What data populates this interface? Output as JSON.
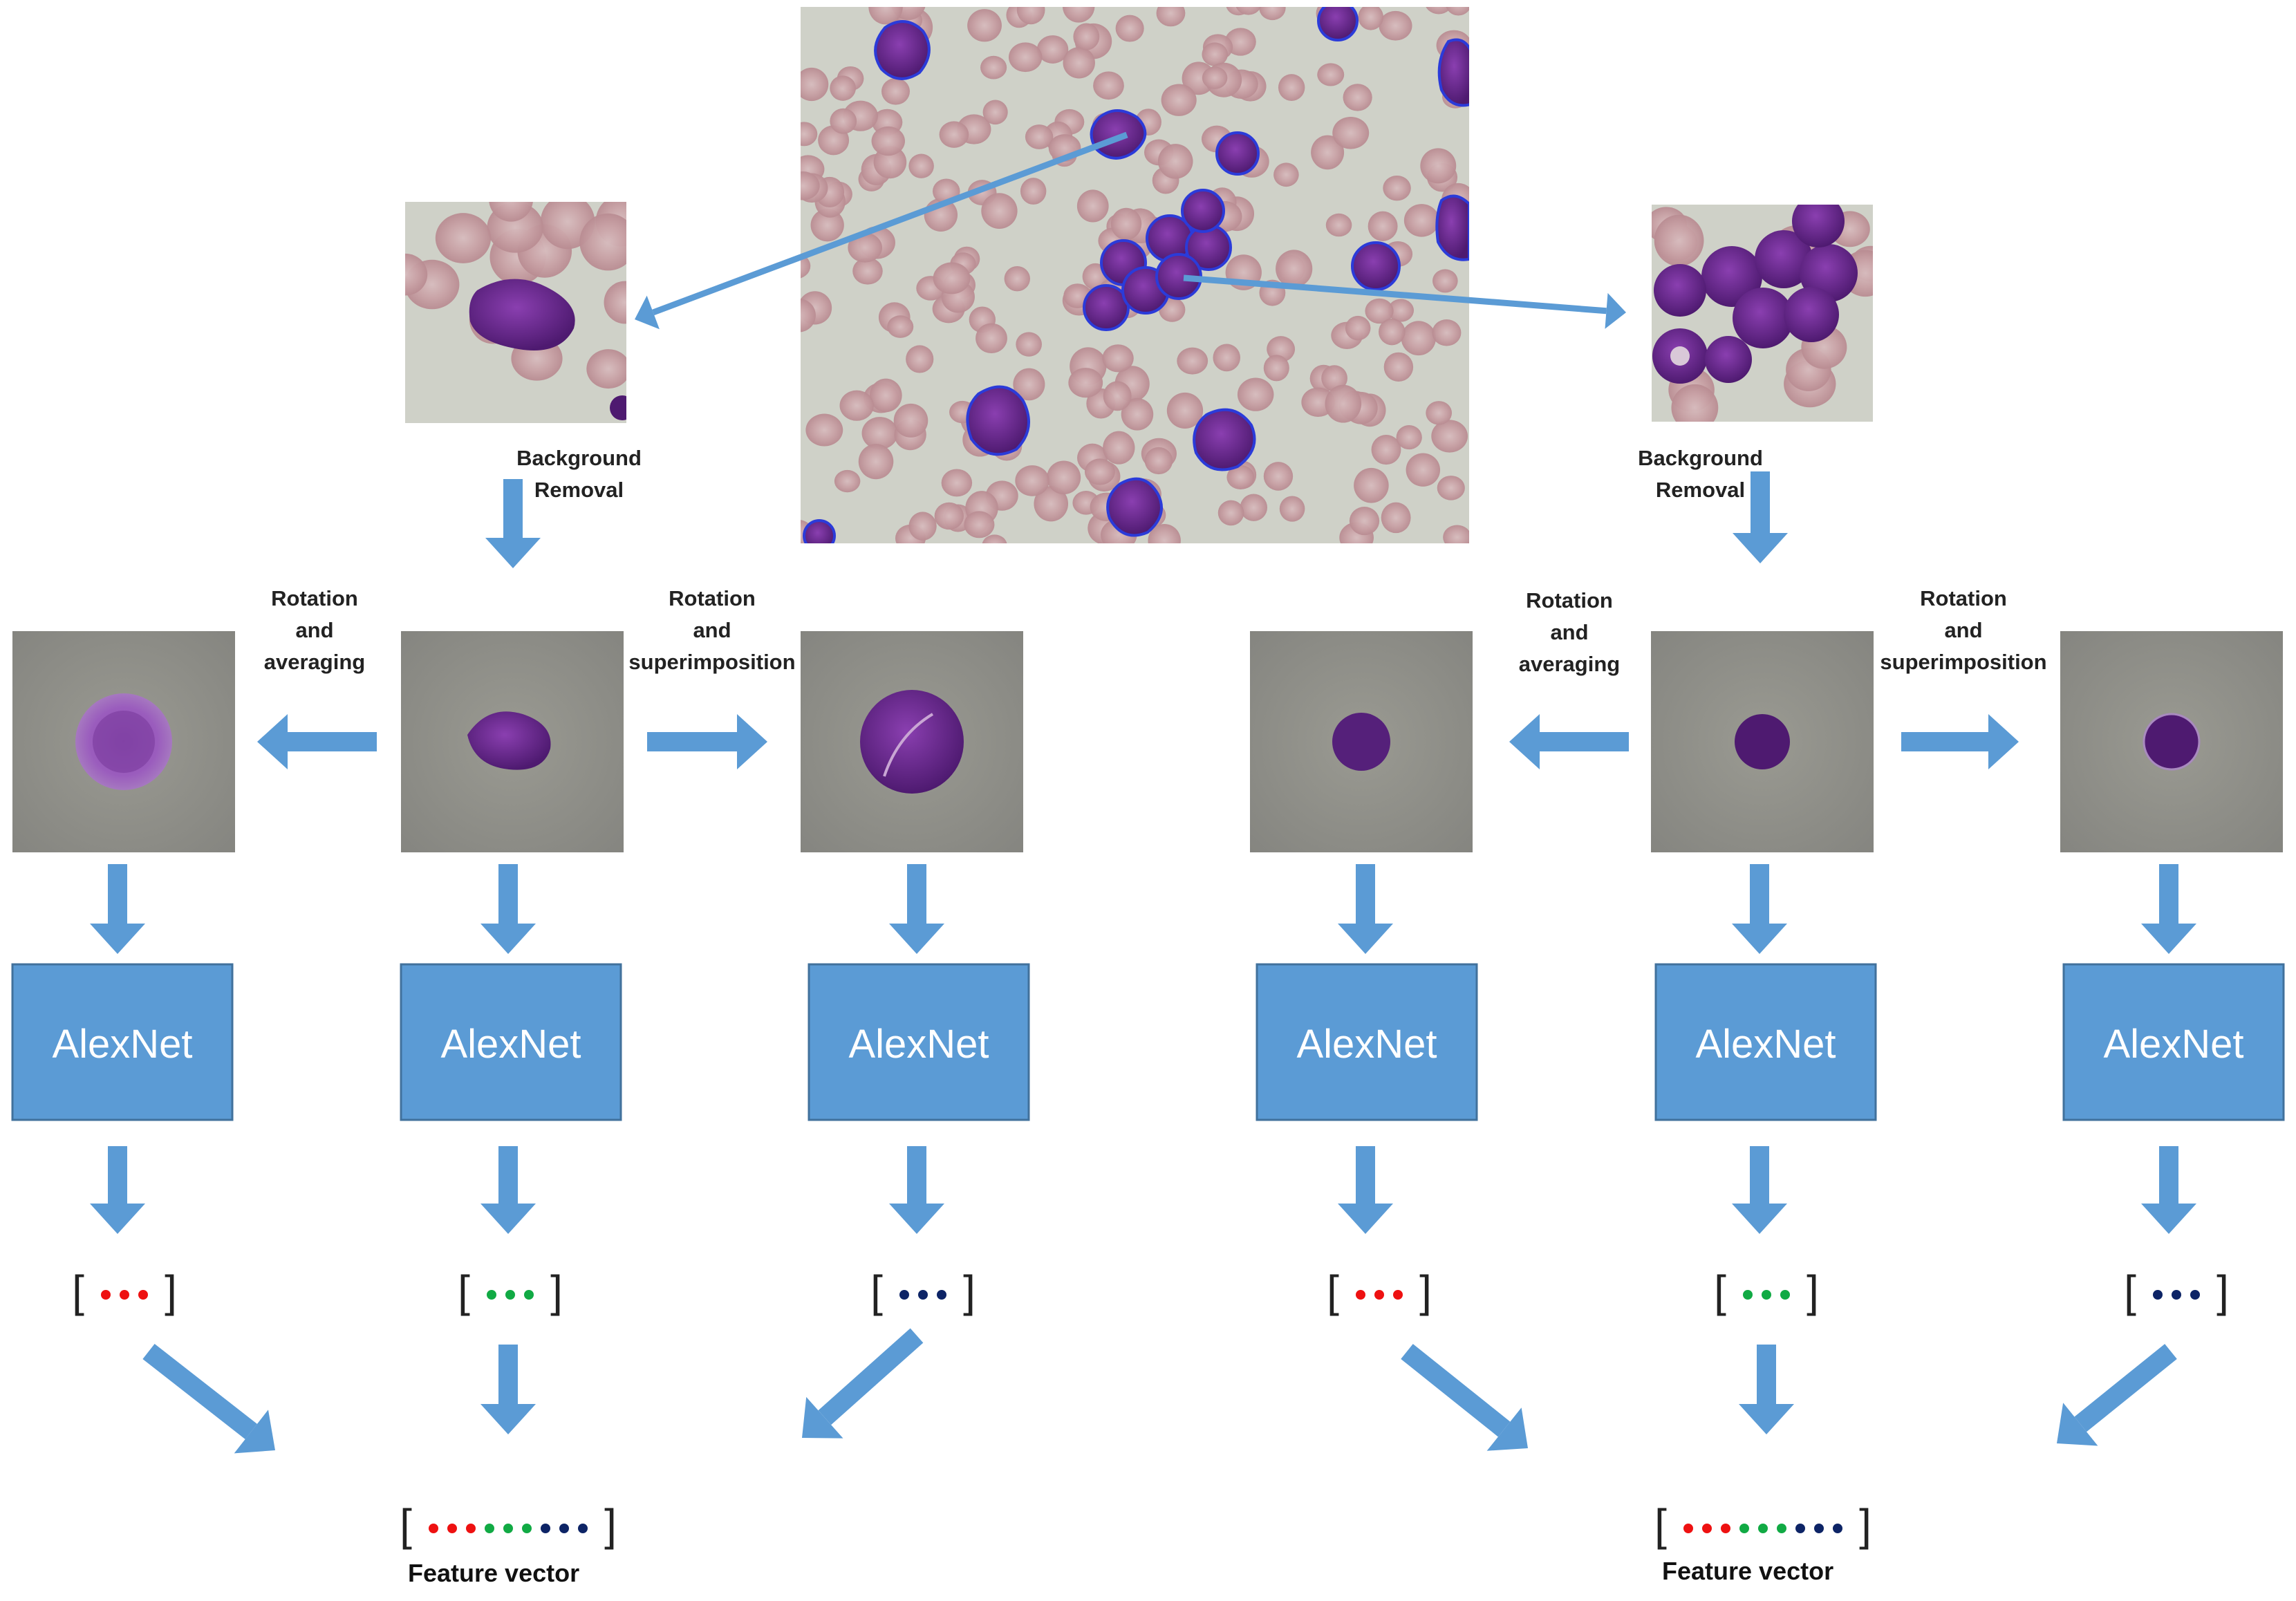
{
  "colors": {
    "arrow": "#5b9bd5",
    "box_fill": "#5b9bd5",
    "box_stroke": "#41719c",
    "dot_red": "#ee1111",
    "dot_green": "#11aa44",
    "dot_navy": "#0d2466",
    "thumb_gray": "#8a8a82",
    "cell_purple": "#6a2a8e",
    "rbc_pink": "#c9a5a8",
    "smear_bg": "#cfd0c6",
    "outline_blue": "#2b3bd9"
  },
  "labels": {
    "background_removal_left": [
      "Background",
      "Removal"
    ],
    "background_removal_right": [
      "Background",
      "Removal"
    ],
    "rotation_averaging_left": [
      "Rotation",
      "and",
      "averaging"
    ],
    "rotation_superimposition_left": [
      "Rotation",
      "and",
      "superimposition"
    ],
    "rotation_averaging_right": [
      "Rotation",
      "and",
      "averaging"
    ],
    "rotation_superimposition_right": [
      "Rotation",
      "and",
      "superimposition"
    ]
  },
  "network_label": "AlexNet",
  "feature_vector_label": "Feature vector",
  "vectors": [
    {
      "color_key": "dot_red"
    },
    {
      "color_key": "dot_green"
    },
    {
      "color_key": "dot_navy"
    },
    {
      "color_key": "dot_red"
    },
    {
      "color_key": "dot_green"
    },
    {
      "color_key": "dot_navy"
    }
  ],
  "icons": [
    "blood-smear-image",
    "cell-crop-image",
    "processed-cell-image",
    "arrow-icon"
  ]
}
